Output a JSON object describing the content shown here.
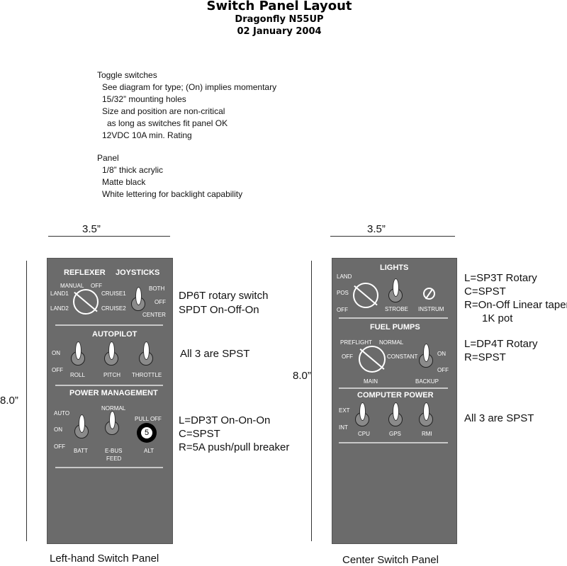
{
  "header": {
    "title": "Switch Panel Layout",
    "subtitle": "Dragonfly N55UP",
    "date": "02 January 2004"
  },
  "notes": {
    "toggle": [
      "Toggle switches",
      "See diagram for type; (On) implies momentary",
      "15/32” mounting holes",
      "Size and position are non-critical",
      "as long as switches fit panel OK",
      "12VDC 10A min. Rating"
    ],
    "panel": [
      "Panel",
      "1/8” thick acrylic",
      "Matte black",
      "White lettering for backlight capability"
    ]
  },
  "dims": {
    "width": "3.5”",
    "height": "8.0”"
  },
  "left": {
    "caption": "Left-hand Switch Panel",
    "reflexer": "REFLEXER",
    "joysticks": "JOYSTICKS",
    "manual": "MANUAL",
    "off": "OFF",
    "land1": "LAND1",
    "land2": "LAND2",
    "cruise1": "CRUISE1",
    "cruise2": "CRUISE2",
    "both": "BOTH",
    "center": "CENTER",
    "autopilot": "AUTOPILOT",
    "on": "ON",
    "roll": "ROLL",
    "pitch": "PITCH",
    "throttle": "THROTTLE",
    "power": "POWER MANAGEMENT",
    "normal": "NORMAL",
    "auto": "AUTO",
    "pulloff": "PULL OFF",
    "breaker": "5",
    "batt": "BATT",
    "ebus": "E-BUS",
    "feed": "FEED",
    "alt": "ALT",
    "desc1": [
      "DP6T rotary switch",
      "SPDT On-Off-On"
    ],
    "desc2": "All 3 are SPST",
    "desc3": [
      "L=DP3T On-On-On",
      "C=SPST",
      "R=5A push/pull breaker"
    ]
  },
  "center": {
    "caption": "Center Switch Panel",
    "lights": "LIGHTS",
    "land": "LAND",
    "pos": "POS",
    "off": "OFF",
    "strobe": "STROBE",
    "instrum": "INSTRUM",
    "fuel": "FUEL PUMPS",
    "preflight": "PREFLIGHT",
    "normal": "NORMAL",
    "constant": "CONSTANT",
    "on": "ON",
    "main": "MAIN",
    "backup": "BACKUP",
    "computer": "COMPUTER POWER",
    "ext": "EXT",
    "int": "INT",
    "cpu": "CPU",
    "gps": "GPS",
    "rmi": "RMI",
    "desc1": [
      "L=SP3T Rotary",
      "C=SPST",
      "R=On-Off Linear taper",
      "1K pot"
    ],
    "desc2": [
      "L=DP4T Rotary",
      "R=SPST"
    ],
    "desc3": "All 3 are SPST"
  },
  "colors": {
    "panel": "#6b6b6b",
    "text": "#ffffff"
  }
}
